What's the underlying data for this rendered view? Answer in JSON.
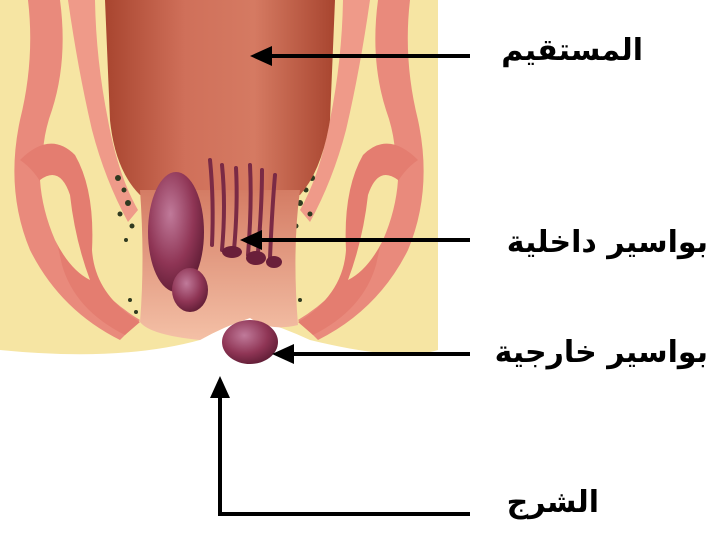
{
  "labels": {
    "rectum": "المستقيم",
    "internal_hemorrhoids": "بواسير داخلية",
    "external_hemorrhoids": "بواسير خارجية",
    "anus": "الشرج"
  },
  "colors": {
    "fat": "#f7e7a6",
    "muscle": "#e98a7c",
    "rectum": "#c8614a",
    "hemorrhoid": "#8f3555",
    "skin": "#f2b59c",
    "arrow": "#000000"
  }
}
